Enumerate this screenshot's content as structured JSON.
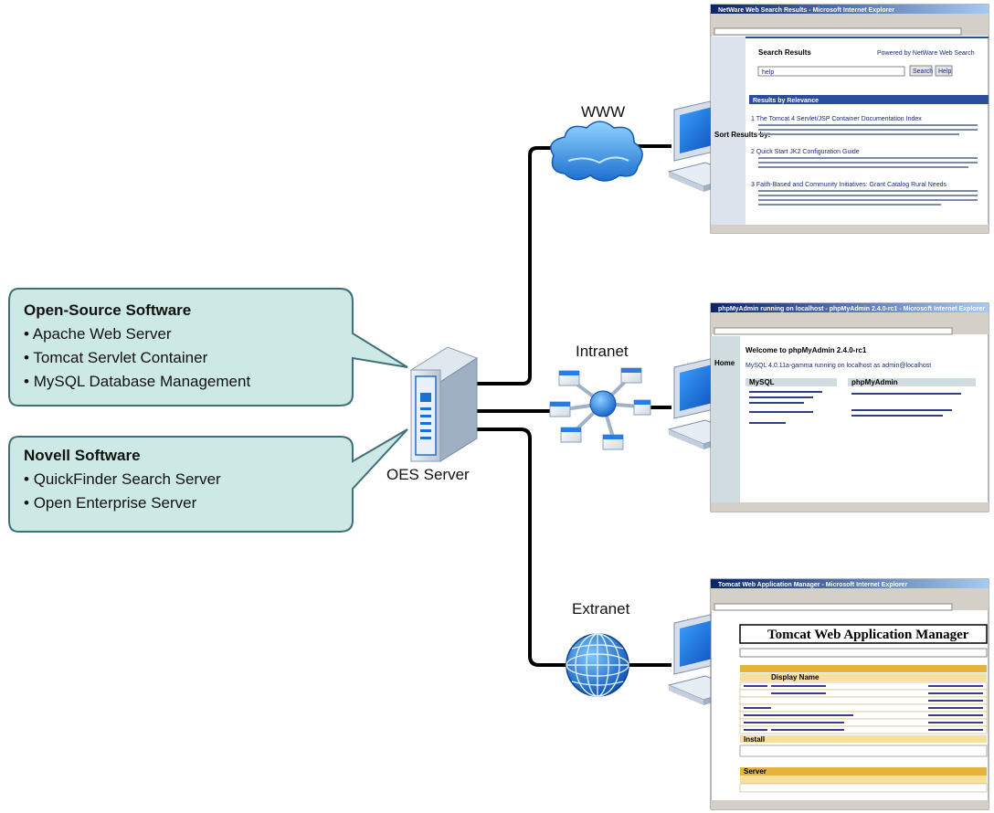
{
  "callouts": {
    "open_source": {
      "title": "Open-Source Software",
      "items": [
        "Apache Web Server",
        "Tomcat Servlet Container",
        "MySQL Database Management"
      ]
    },
    "novell": {
      "title": "Novell Software",
      "items": [
        "QuickFinder Search Server",
        "Open Enterprise Server"
      ]
    }
  },
  "server": {
    "label": "OES Server"
  },
  "networks": {
    "www": "WWW",
    "intranet": "Intranet",
    "extranet": "Extranet"
  },
  "screens": {
    "search": {
      "title_bar": "NetWare Web Search Results - Microsoft Internet Explorer",
      "header": "Search Results",
      "powered": "Powered by NetWare Web Search",
      "query": "help",
      "search_btn": "Search",
      "help_btn": "Help",
      "relevance": "Results by Relevance",
      "sort_label": "Sort Results by:",
      "result1": "1  The Tomcat 4 Servlet/JSP Container Documentation Index",
      "result2": "2  Quick Start JK2 Configuration Guide",
      "result3": "3  Faith-Based and Community Initiatives: Grant Catalog Rural Needs"
    },
    "phpmyadmin": {
      "title_bar": "phpMyAdmin running on localhost - phpMyAdmin 2.4.0-rc1 - Microsoft Internet Explorer",
      "welcome": "Welcome to phpMyAdmin 2.4.0-rc1",
      "mysql_line": "MySQL 4.0.11a-gamma running on localhost as admin@localhost",
      "left_col": "MySQL",
      "right_col": "phpMyAdmin",
      "home": "Home"
    },
    "tomcat": {
      "title_bar": "Tomcat Web Application Manager - Microsoft Internet Explorer",
      "heading": "Tomcat Web Application Manager",
      "display_name": "Display Name",
      "server_label": "Server",
      "install_label": "Install"
    }
  },
  "colors": {
    "callout_fill": "#cde9e5",
    "callout_stroke": "#3f6f78",
    "line": "#000000",
    "accent_blue": "#2b6fd6"
  },
  "icons": [
    "cloud-icon",
    "network-hub-icon",
    "globe-icon",
    "server-tower-icon",
    "computer-icon"
  ]
}
